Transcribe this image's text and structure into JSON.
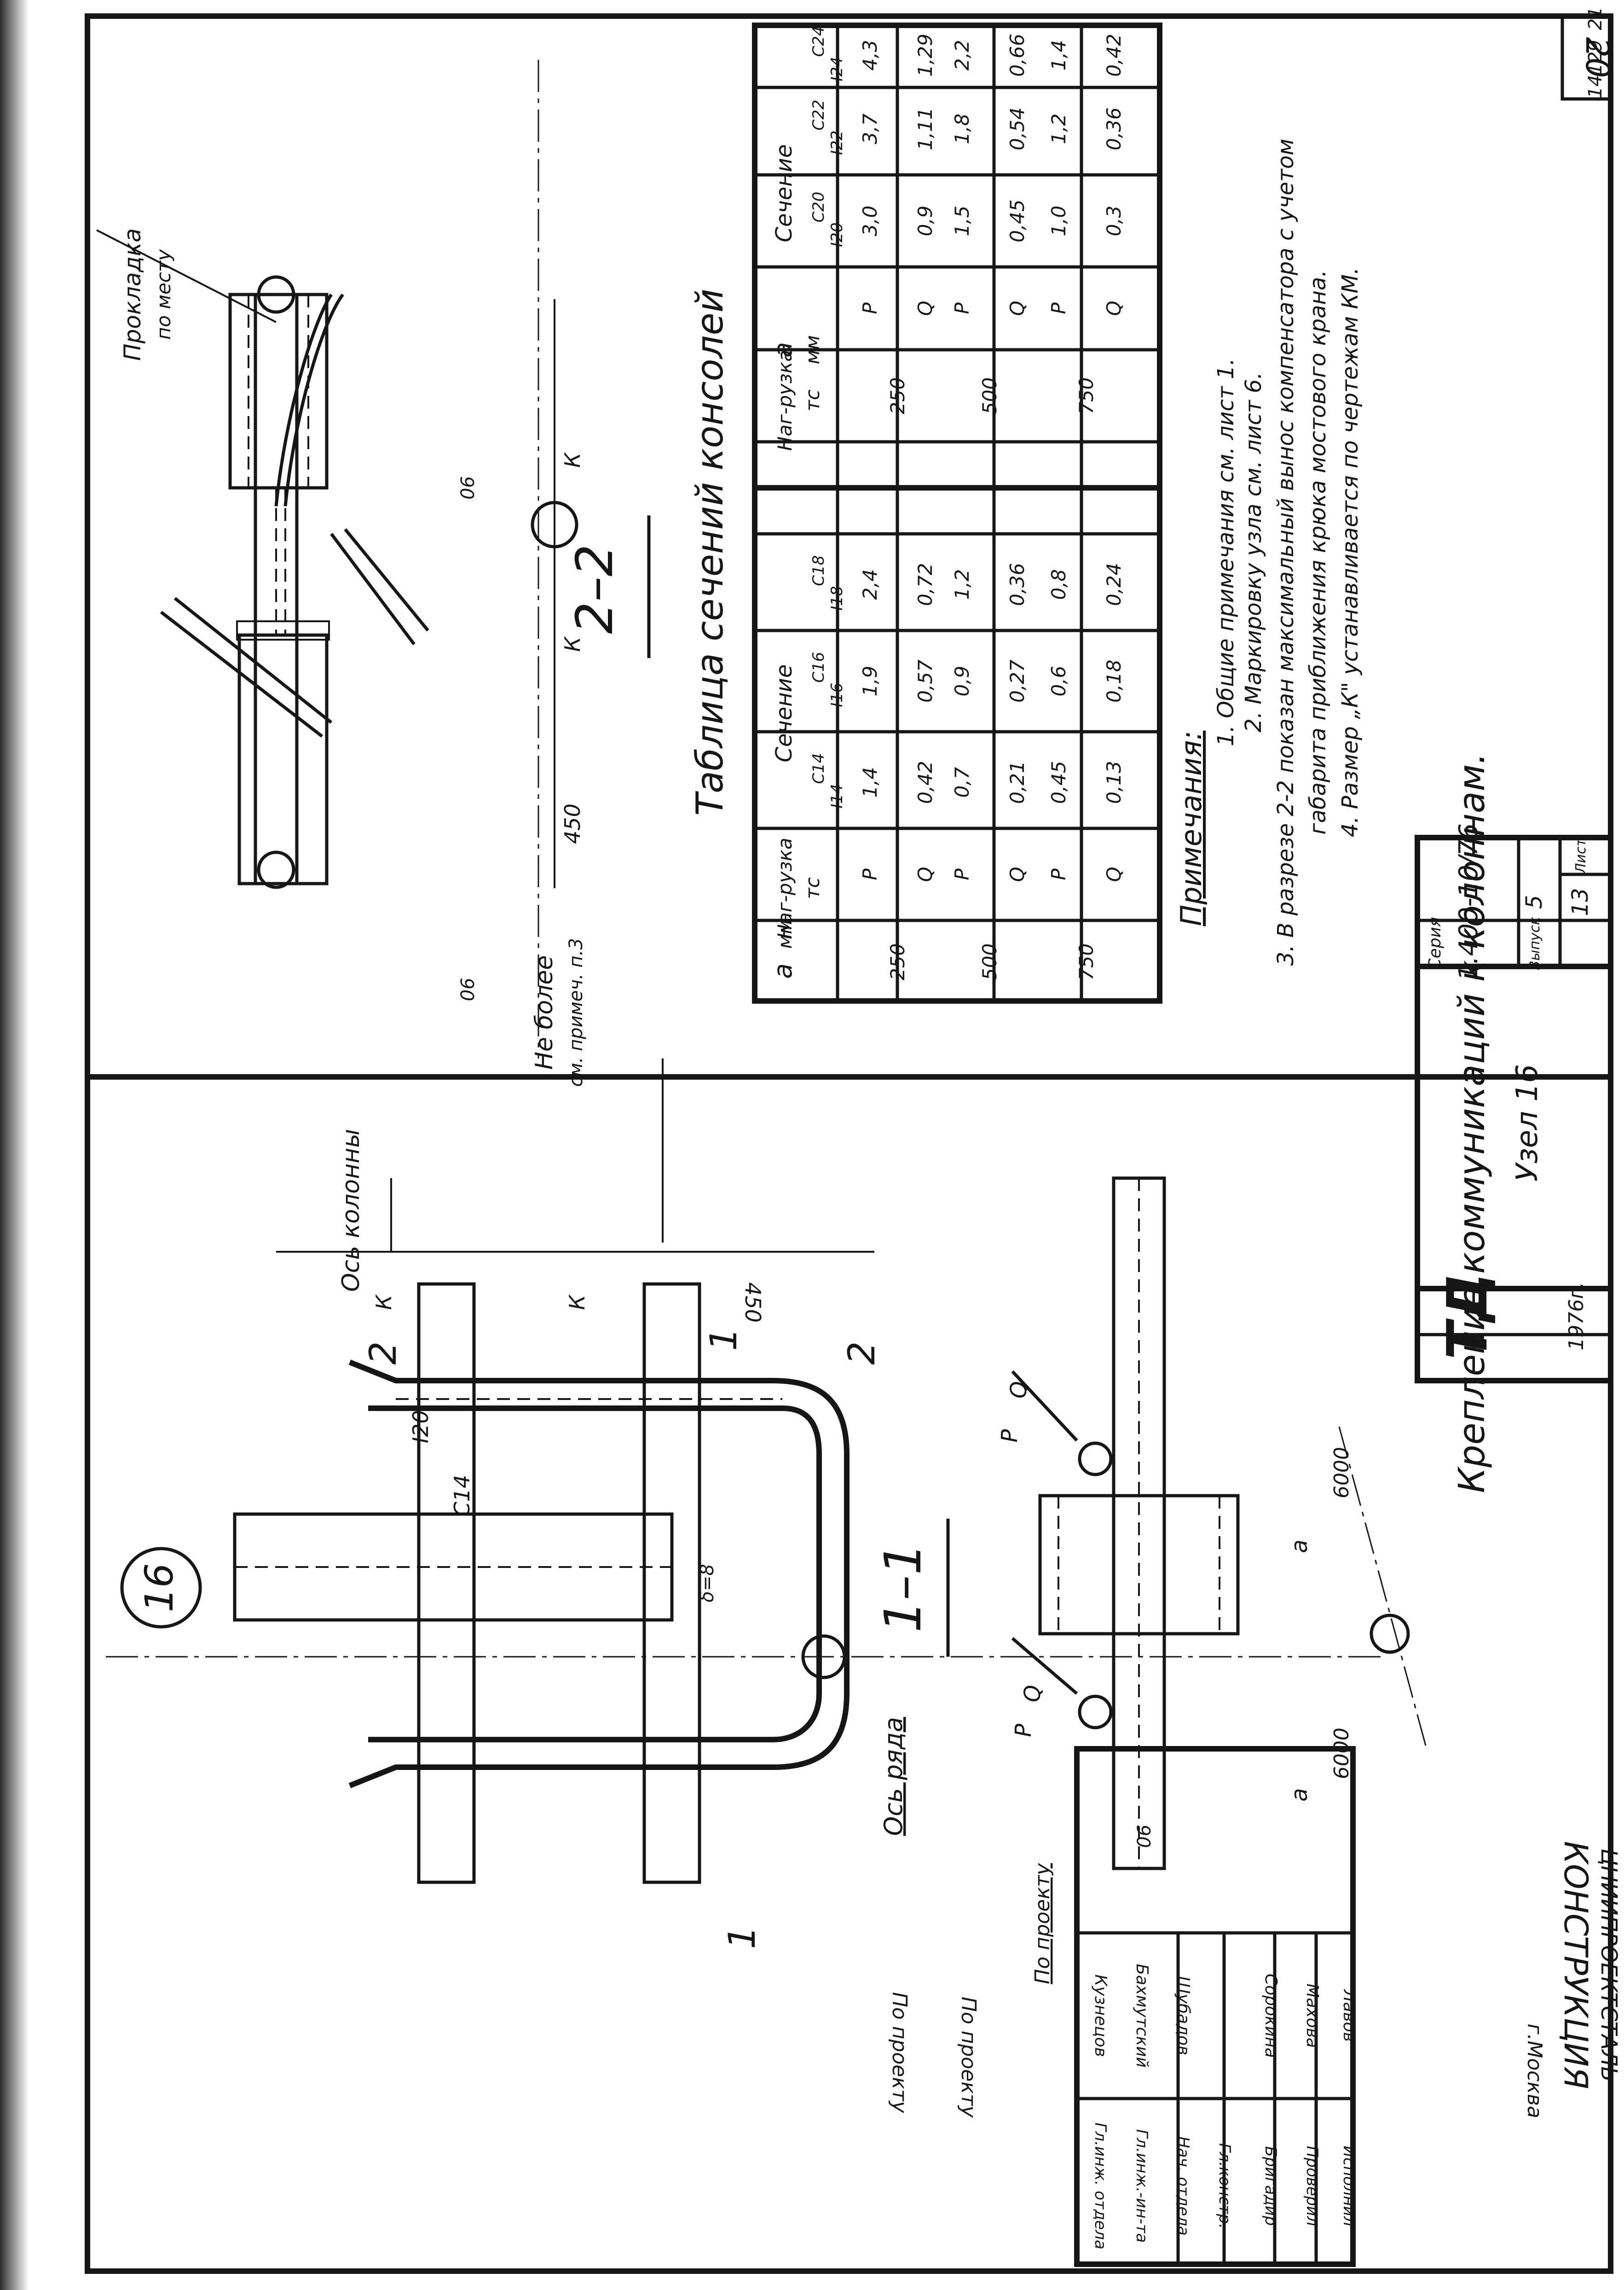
{
  "sheet": {
    "sheet_number": "20",
    "node_circle": "16",
    "bottom_right_mark": "14129",
    "bottom_right_mark2": "21"
  },
  "title_block": {
    "logo": "ТД",
    "year": "1976г.",
    "title": "Крепление коммуникаций к колоннам.",
    "subtitle": "Узел 16",
    "series_label": "Серия",
    "series_value": "1.400-10/76",
    "issue_label": "Выпуск",
    "issue_value": "5",
    "sheet_label": "Лист",
    "sheet_value": "13"
  },
  "stamp": {
    "org_line1": "ЦНИИПРОЕКТСТАЛЬ",
    "org_line2": "КОНСТРУКЦИЯ",
    "org_line3": "г.Москва",
    "rows": [
      {
        "role": "Гл.инж. отдела",
        "name": "Кузнецов",
        "sign": ""
      },
      {
        "role": "Гл.инж.-ин-та",
        "name": "Бахмутский",
        "sign": ""
      },
      {
        "role": "Нач. отдела",
        "name": "Шубадов",
        "sign": ""
      },
      {
        "role": "Гл.констр.",
        "name": "",
        "sign": ""
      },
      {
        "role": "Бригадир",
        "name": "Сорокина",
        "sign": ""
      },
      {
        "role": "Проверил",
        "name": "Махова",
        "sign": ""
      },
      {
        "role": "Исполнил",
        "name": "Лавов",
        "sign": ""
      }
    ]
  },
  "table": {
    "title": "Таблица сечений консолей",
    "col_a": "a",
    "col_a_unit": "мм",
    "col_load": "Наг-рузка",
    "col_load_unit": "тс",
    "col_section": "Сечение",
    "profiles_left": [
      {
        "c": "C14",
        "i": "I14"
      },
      {
        "c": "C16",
        "i": "I16"
      },
      {
        "c": "C18",
        "i": "I18"
      }
    ],
    "profiles_right": [
      {
        "c": "C20",
        "i": "I20"
      },
      {
        "c": "C22",
        "i": "I22"
      },
      {
        "c": "C24",
        "i": "I24"
      }
    ],
    "rows": [
      {
        "a": "250",
        "load": "P",
        "v": [
          "1,4",
          "1,9",
          "2,4"
        ],
        "a2": "250",
        "load2": "P",
        "v2": [
          "3,0",
          "3,7",
          "4,3"
        ]
      },
      {
        "a": "",
        "load": "Q",
        "v": [
          "0,42",
          "0,57",
          "0,72"
        ],
        "a2": "",
        "load2": "Q",
        "v2": [
          "0,9",
          "1,11",
          "1,29"
        ]
      },
      {
        "a": "500",
        "load": "P",
        "v": [
          "0,7",
          "0,9",
          "1,2"
        ],
        "a2": "500",
        "load2": "P",
        "v2": [
          "1,5",
          "1,8",
          "2,2"
        ]
      },
      {
        "a": "",
        "load": "Q",
        "v": [
          "0,21",
          "0,27",
          "0,36"
        ],
        "a2": "",
        "load2": "Q",
        "v2": [
          "0,45",
          "0,54",
          "0,66"
        ]
      },
      {
        "a": "750",
        "load": "P",
        "v": [
          "0,45",
          "0,6",
          "0,8"
        ],
        "a2": "750",
        "load2": "P",
        "v2": [
          "1,0",
          "1,2",
          "1,4"
        ]
      },
      {
        "a": "",
        "load": "Q",
        "v": [
          "0,13",
          "0,18",
          "0,24"
        ],
        "a2": "",
        "load2": "Q",
        "v2": [
          "0,3",
          "0,36",
          "0,42"
        ]
      }
    ]
  },
  "notes": {
    "heading": "Примечания:",
    "items": [
      "1. Общие примечания см. лист 1.",
      "2. Маркировку узла см. лист 6.",
      "3. В разрезе 2-2 показан максимальный вынос компенсатора с учетом",
      "габарита приближения крюка мостового крана.",
      "4. Размер „К\" устанавливается по чертежам КМ."
    ]
  },
  "section_2_2": {
    "label": "2–2",
    "pad_label": "Прокладка",
    "pad_sub": "по месту",
    "dim_k1": "К",
    "dim_k2": "К",
    "dim_450": "450",
    "dim_06a": "06",
    "dim_06b": "06",
    "no_more": "Не более",
    "no_more_sub": "см. примеч. п.3",
    "col_axis": "Ось колонны"
  },
  "plan_view": {
    "section_mark": "2",
    "section_mark2": "2",
    "cut_mark": "1",
    "cut_mark2": "1",
    "i20": "I20",
    "c14": "C14",
    "delta": "δ=8",
    "k1": "К",
    "k2": "К",
    "d450": "450",
    "row_axis": "Ось ряда",
    "by_project1": "По проекту",
    "by_project2": "По проекту"
  },
  "section_1_1": {
    "label": "1–1",
    "p1": "P",
    "q1": "Q",
    "p2": "P",
    "q2": "Q",
    "a1": "a",
    "a2": "a",
    "d6000a": "6000",
    "d6000b": "6000",
    "d06": "06",
    "by_project": "По проекту"
  }
}
